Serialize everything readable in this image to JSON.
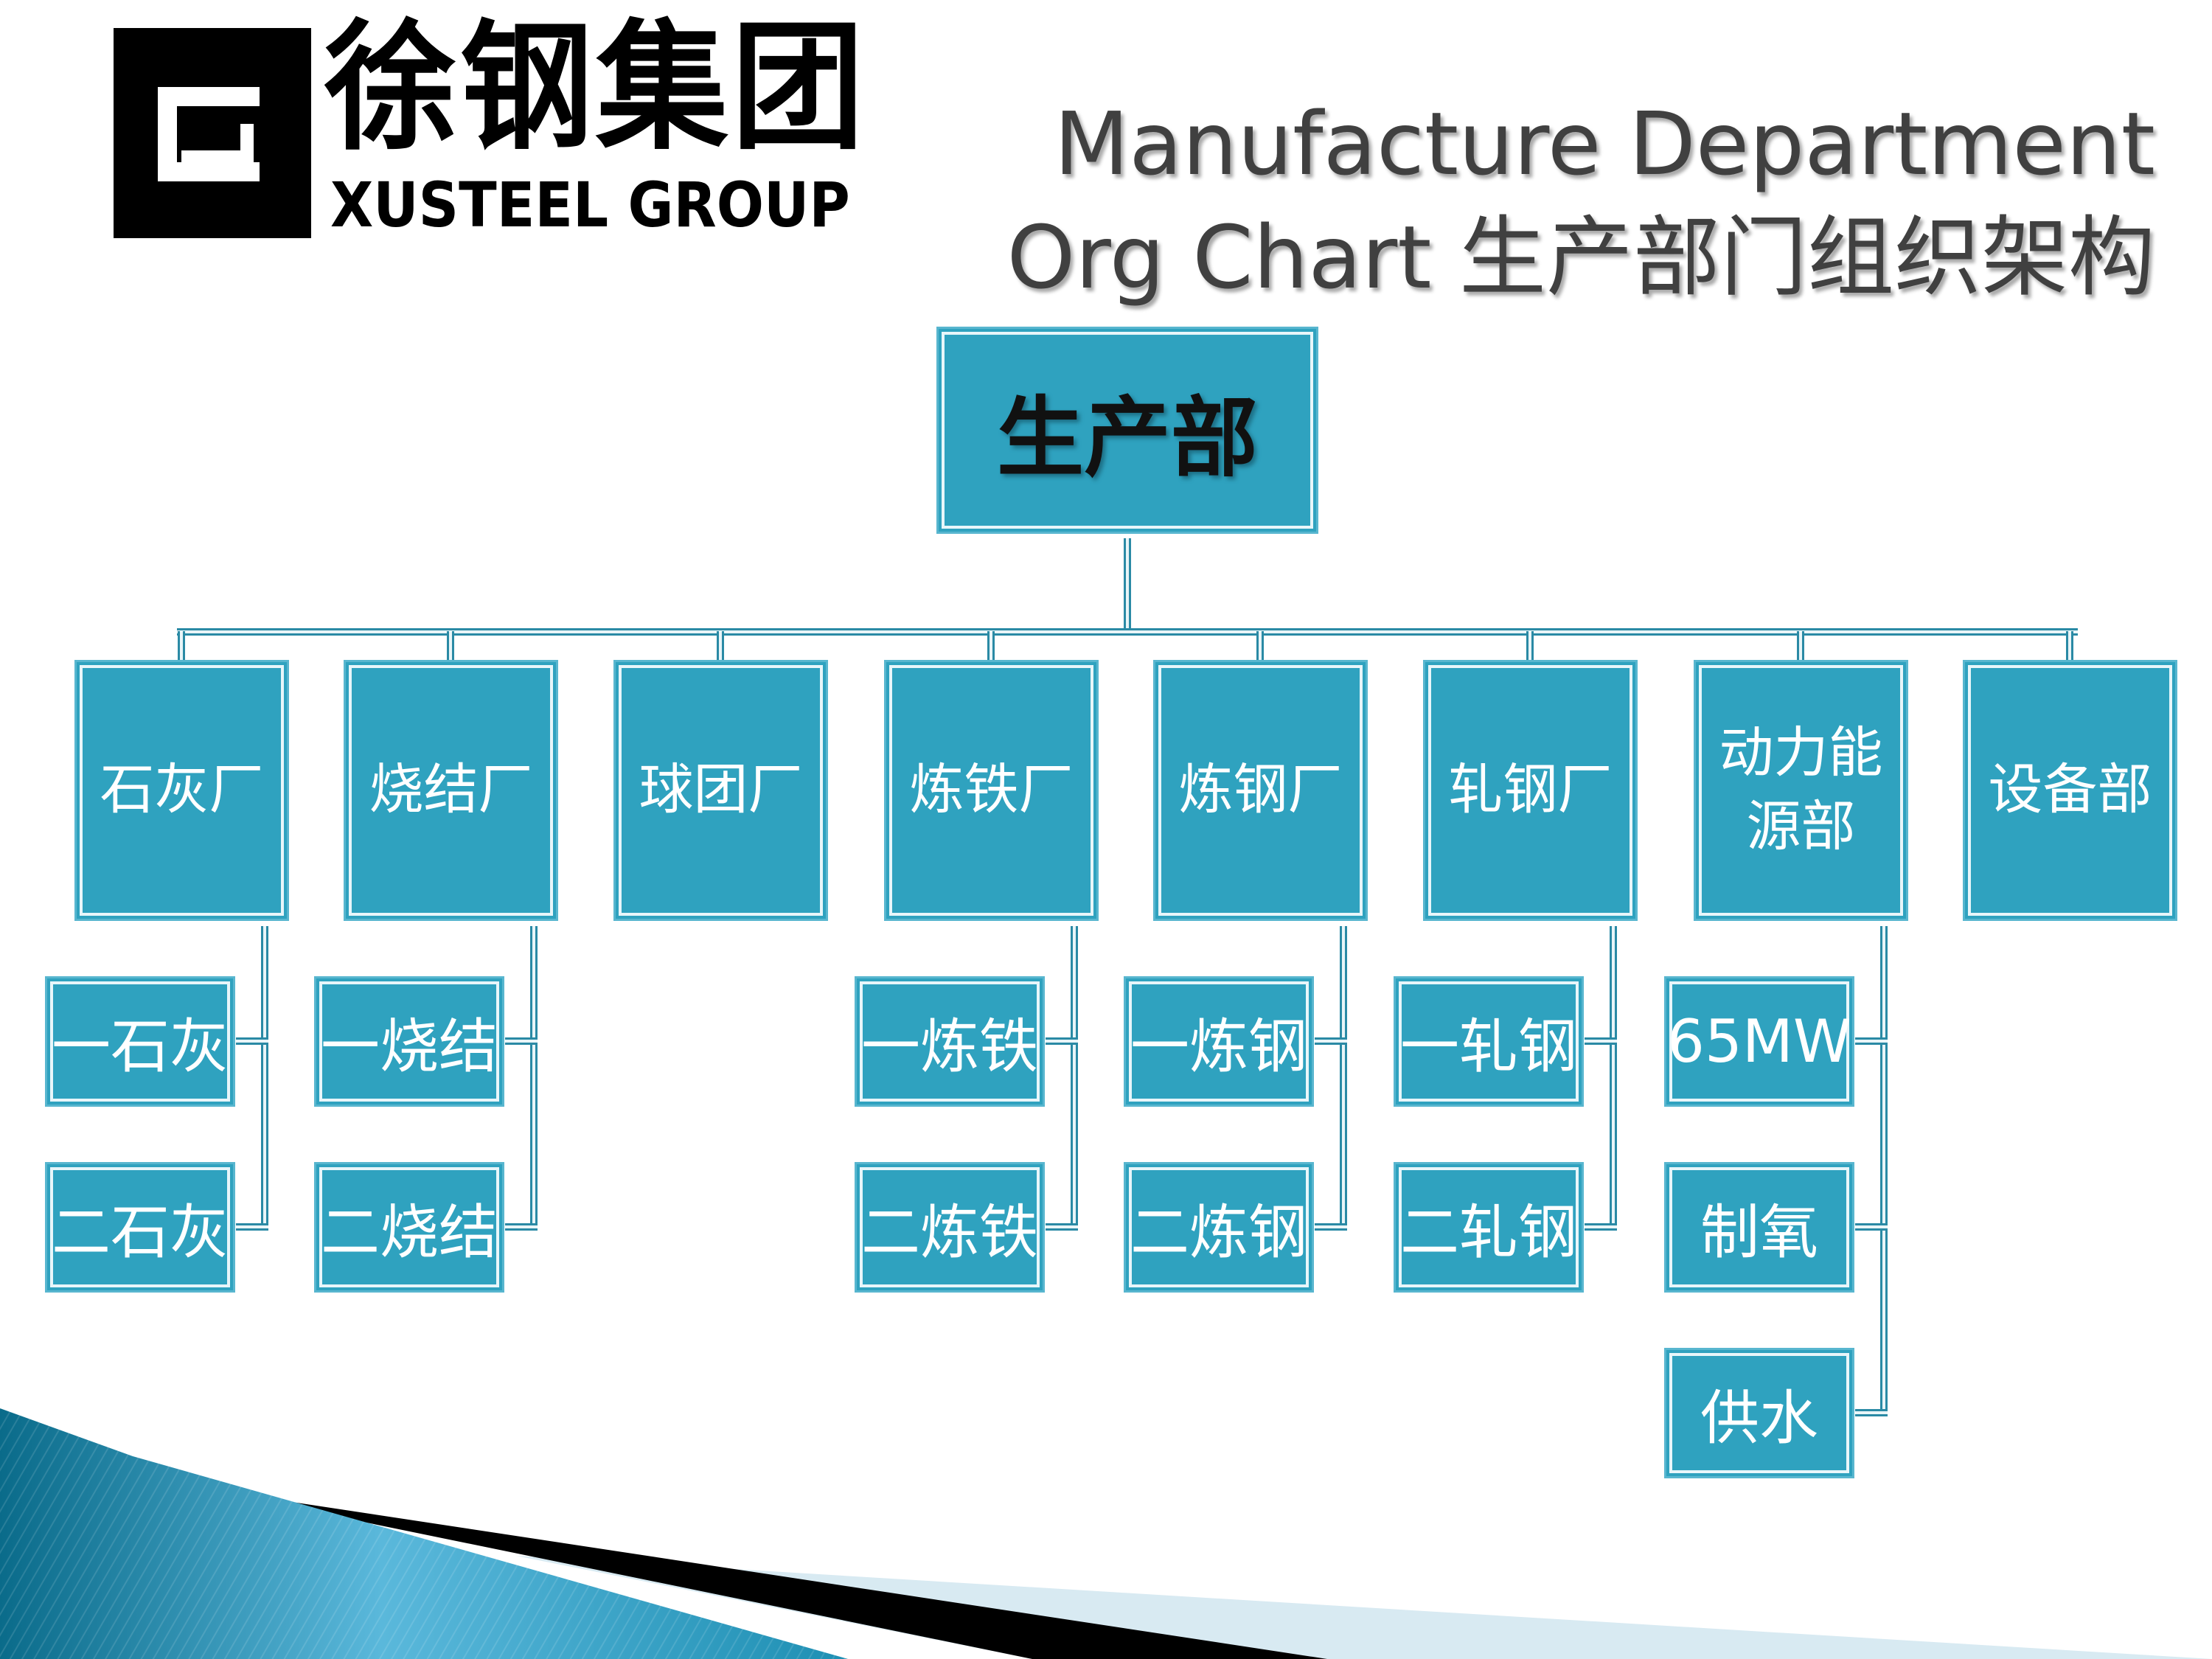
{
  "logo": {
    "cn": "徐钢集团",
    "en": "XUSTEEL GROUP"
  },
  "title": {
    "line1": "Manufacture Department",
    "line2": "Org Chart 生产部门组织架构"
  },
  "root": "生产部",
  "departments": [
    {
      "name": "石灰厂",
      "children": [
        "一石灰",
        "二石灰"
      ]
    },
    {
      "name": "烧结厂",
      "children": [
        "一烧结",
        "二烧结"
      ]
    },
    {
      "name": "球团厂",
      "children": []
    },
    {
      "name": "炼铁厂",
      "children": [
        "一炼铁",
        "二炼铁"
      ]
    },
    {
      "name": "炼钢厂",
      "children": [
        "一炼钢",
        "二炼钢"
      ]
    },
    {
      "name": "轧钢厂",
      "children": [
        "一轧钢",
        "二轧钢"
      ]
    },
    {
      "name": "动力能源部",
      "children": [
        "65MW",
        "制氧",
        "供水"
      ]
    },
    {
      "name": "设备部",
      "children": []
    }
  ],
  "colors": {
    "box": "#2fa2bf",
    "connector": "#2a8aa5",
    "title": "#404040"
  }
}
